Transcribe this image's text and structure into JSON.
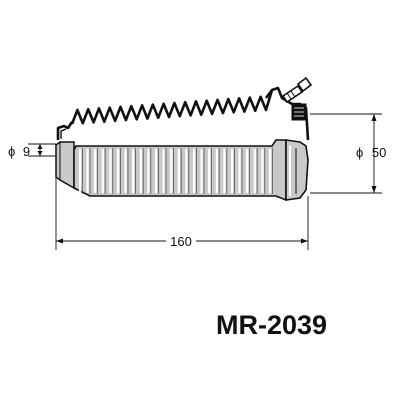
{
  "diagram": {
    "part_number": "MR-2039",
    "dimensions": {
      "length": "160",
      "small_diameter_symbol": "ϕ",
      "small_diameter_value": "9",
      "large_diameter_symbol": "ϕ",
      "large_diameter_value": "50"
    },
    "colors": {
      "line": "#111111",
      "bellows_fill": "#c9c9c9",
      "bellows_stripe": "#ffffff",
      "background": "#ffffff"
    }
  }
}
